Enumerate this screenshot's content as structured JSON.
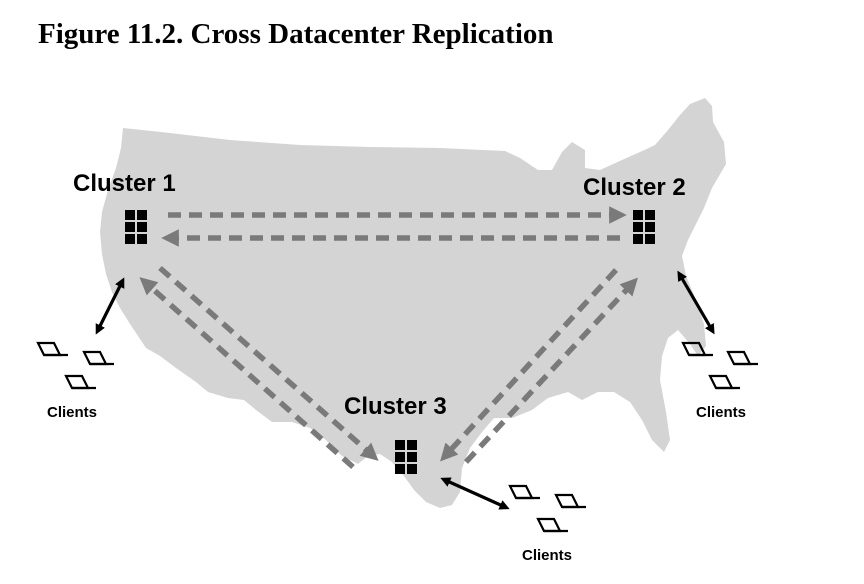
{
  "figure": {
    "title": "Figure 11.2. Cross Datacenter Replication"
  },
  "clusters": [
    {
      "id": "cluster-1",
      "label": "Cluster 1"
    },
    {
      "id": "cluster-2",
      "label": "Cluster 2"
    },
    {
      "id": "cluster-3",
      "label": "Cluster 3"
    }
  ],
  "clients": [
    {
      "label": "Clients"
    },
    {
      "label": "Clients"
    },
    {
      "label": "Clients"
    }
  ],
  "colors": {
    "map_fill": "#d4d4d4",
    "replication_arrow": "#7a7a7a",
    "client_arrow": "#000000",
    "server_block": "#000000"
  },
  "icons": {
    "cluster": "server-grid-icon",
    "client": "client-terminal-icon"
  }
}
